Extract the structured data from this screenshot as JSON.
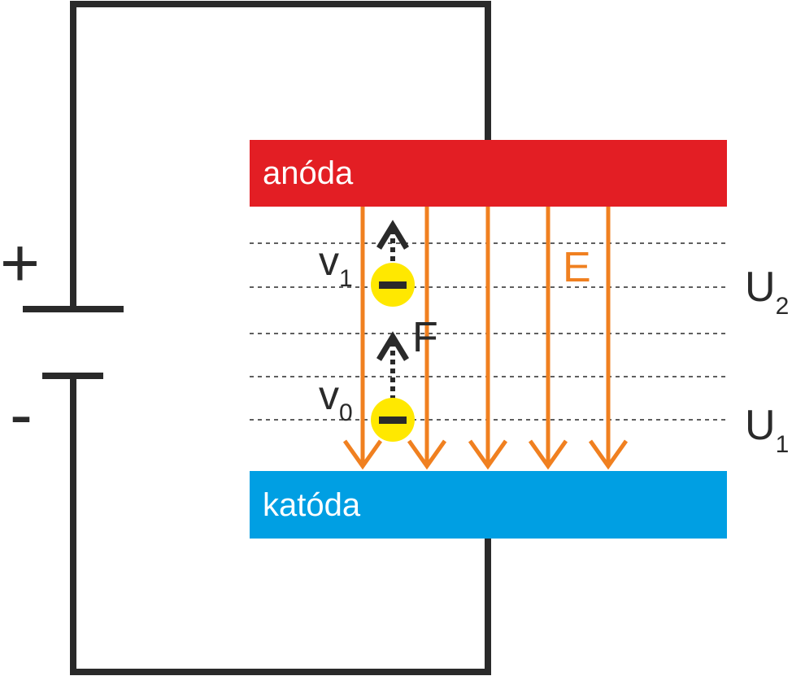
{
  "plates": {
    "anode_label": "anóda",
    "cathode_label": "katóda"
  },
  "battery": {
    "plus": "+",
    "minus": "-"
  },
  "labels": {
    "v1": "v",
    "v1_sub": "1",
    "v0": "v",
    "v0_sub": "0",
    "force": "F",
    "field": "E",
    "u2": "U",
    "u2_sub": "2",
    "u1": "U",
    "u1_sub": "1"
  },
  "electron_symbol": "−",
  "colors": {
    "anode": "#e31e24",
    "cathode": "#009fe3",
    "field": "#f08020",
    "electron": "#ffe800",
    "wire": "#2a2a2a"
  }
}
